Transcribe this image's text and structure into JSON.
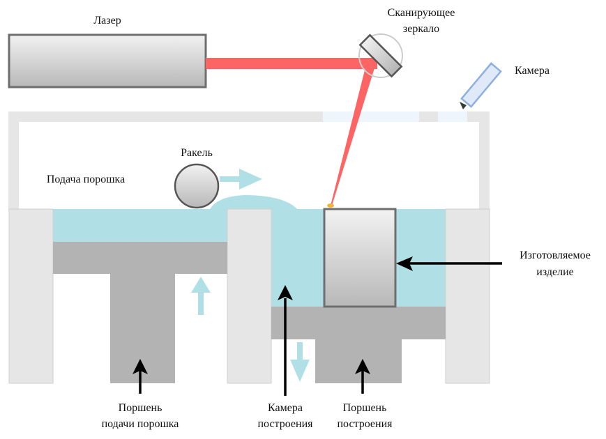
{
  "diagram": {
    "title": "Selective laser melting machine schematic",
    "labels": {
      "laser": "Лазер",
      "mirror_line1": "Сканирующее",
      "mirror_line2": "зеркало",
      "camera": "Камера",
      "recoater": "Ракель",
      "powder_feed": "Подача порошка",
      "part_line1": "Изготовляемое",
      "part_line2": "изделие",
      "feed_piston_line1": "Поршень",
      "feed_piston_line2": "подачи порошка",
      "build_chamber_line1": "Камера",
      "build_chamber_line2": "построения",
      "build_piston_line1": "Поршень",
      "build_piston_line2": "построения"
    },
    "colors": {
      "laser_beam": "#fd6464",
      "powder": "#b0e0e6",
      "wall": "#e6e6e6",
      "piston": "#b3b3b3",
      "outline": "#6e6e6e",
      "window": "#eef5fc",
      "camera_fill": "#dfe9f8",
      "camera_stroke": "#8db0e0",
      "melt_spot": "#f2b33d",
      "arrow": "#000000"
    }
  }
}
